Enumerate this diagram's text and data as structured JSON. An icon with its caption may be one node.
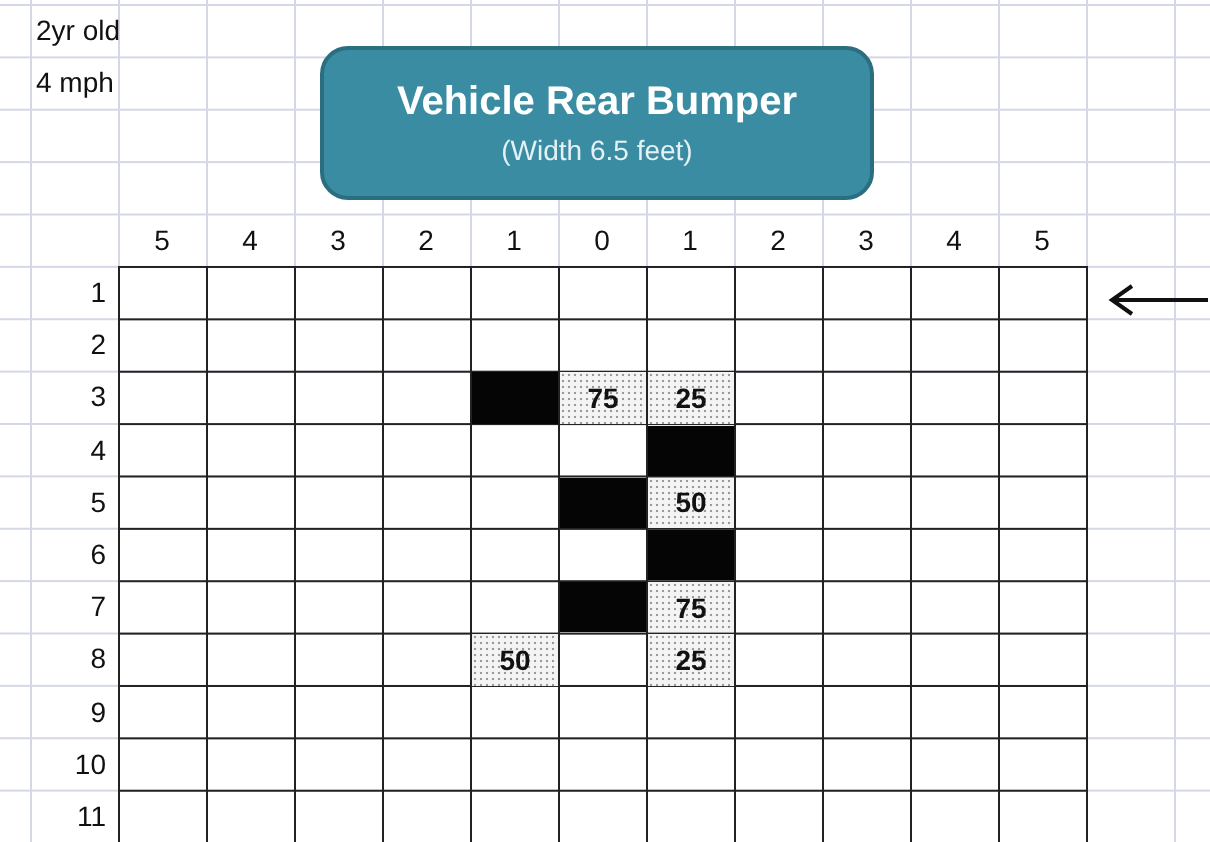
{
  "diagram": {
    "nodes": [
      {
        "text": [
          "Vehicle Rear Bumper",
          "(Width 6.5 feet)"
        ]
      }
    ],
    "labels": [
      "2yr old",
      "4 mph",
      "5",
      "4",
      "3",
      "2",
      "1",
      "0",
      "1",
      "2",
      "3",
      "4",
      "5",
      "1",
      "2",
      "3",
      "4",
      "5",
      "6",
      "7",
      "8",
      "9",
      "10",
      "11",
      "75",
      "25",
      "50",
      "75",
      "50",
      "25"
    ]
  }
}
